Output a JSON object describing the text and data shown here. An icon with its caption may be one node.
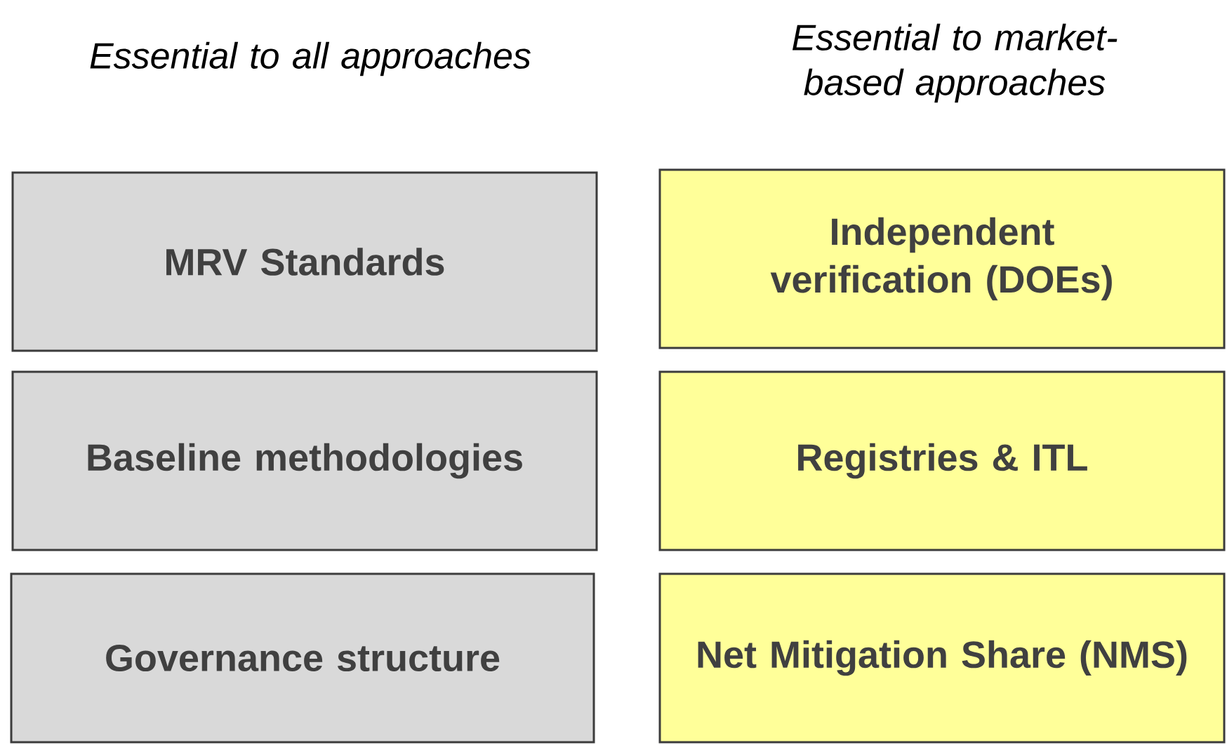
{
  "diagram": {
    "nodes": [
      {
        "text": [
          "MRV Standards"
        ]
      },
      {
        "text": [
          "Independent verification (DOEs)"
        ]
      },
      {
        "text": [
          "Baseline methodologies"
        ]
      },
      {
        "text": [
          "Registries & ITL"
        ]
      },
      {
        "text": [
          "Governance structure"
        ]
      },
      {
        "text": [
          "Net Mitigation Share (NMS)"
        ]
      }
    ],
    "labels": [
      "Essential to all approaches",
      "Essential to market-based approaches"
    ]
  }
}
